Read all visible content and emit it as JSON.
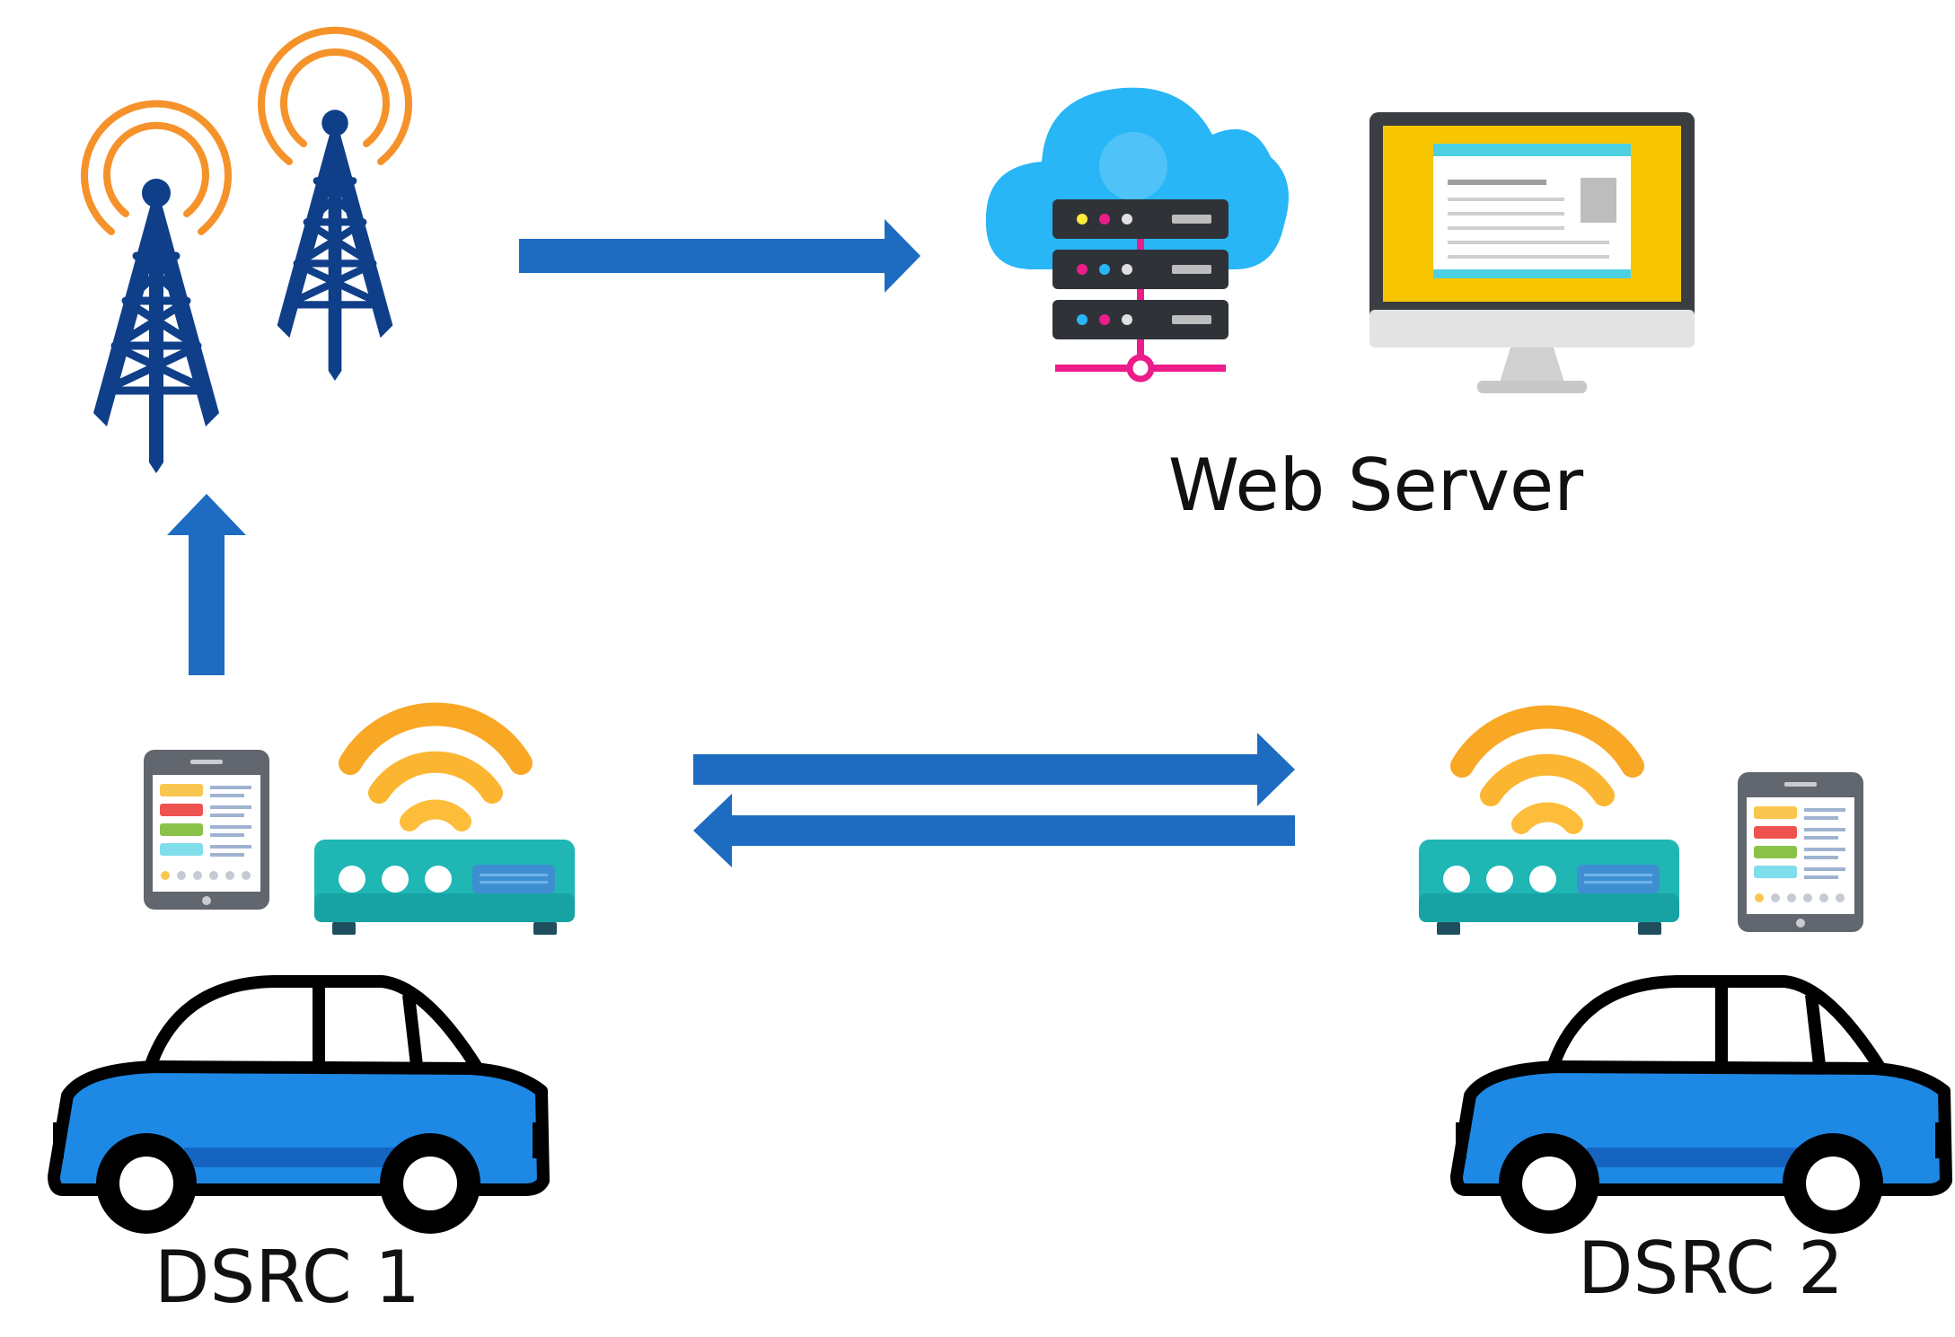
{
  "labels": {
    "web_server": "Web Server",
    "dsrc1": "DSRC 1",
    "dsrc2": "DSRC 2"
  },
  "colors": {
    "arrow": "#1d6cc1",
    "tower": "#103f8a",
    "signal": "#f5922a",
    "wifi": "#f9a825",
    "cloud": "#29b6f6",
    "server": "#2f3338",
    "network_line": "#ec1c8a",
    "router": "#1fb6b4",
    "monitor_screen": "#f7c600",
    "car_body": "#1e88e5",
    "outline": "#000000"
  },
  "icons": [
    "cell-tower-icon",
    "cloud-server-icon",
    "monitor-icon",
    "tablet-icon",
    "router-icon",
    "wifi-icon",
    "car-icon",
    "arrow-right-icon",
    "arrow-left-icon",
    "arrow-up-icon"
  ]
}
